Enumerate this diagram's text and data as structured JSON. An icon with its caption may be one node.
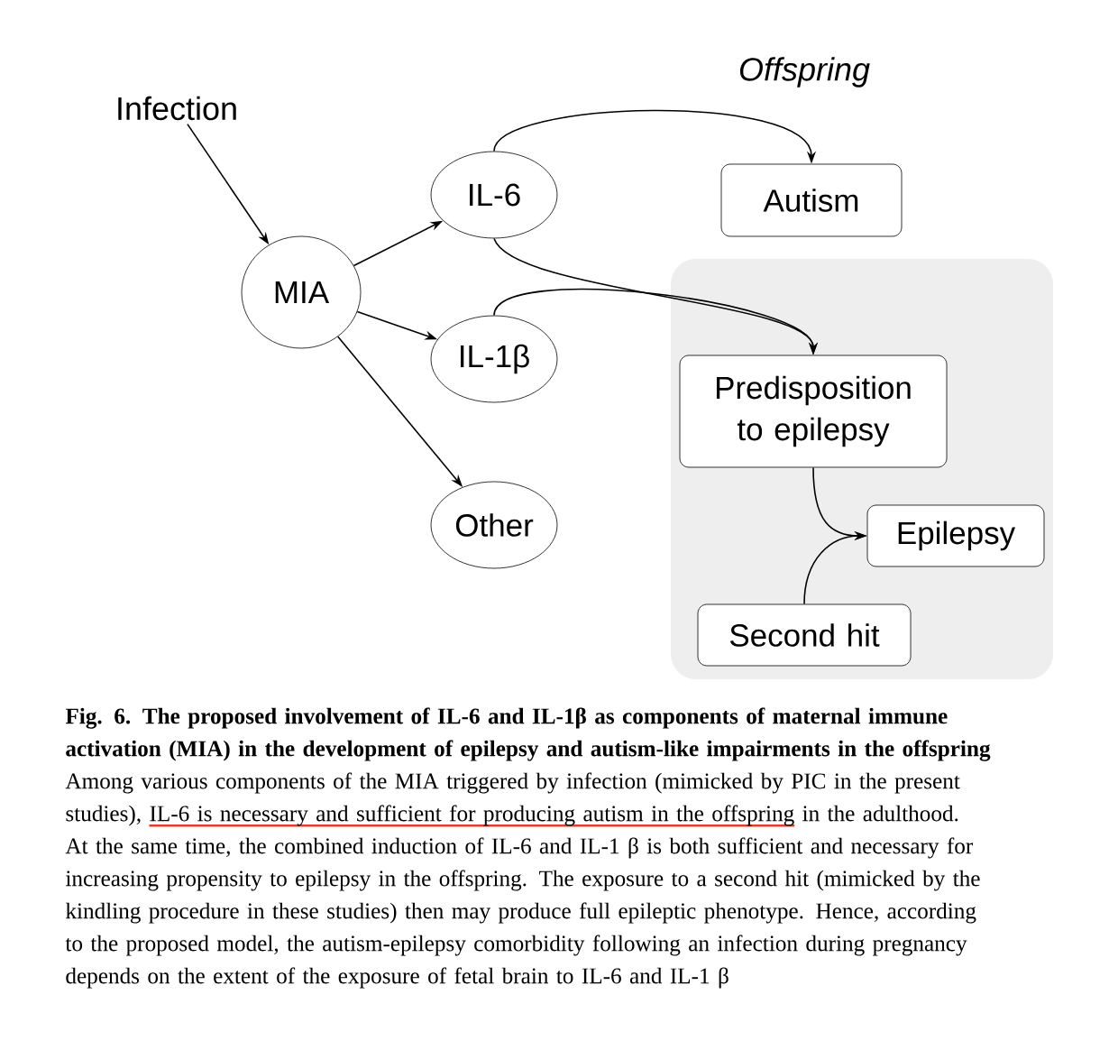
{
  "diagram": {
    "caption": "Fig. 6. The proposed involvement of IL-6 and IL-1β as components of maternal immune activation (MIA) in the development of epilepsy and autism-like impairments in the offspring",
    "nodes": [
      {
        "text": [
          "Infection"
        ]
      },
      {
        "text": [
          "MIA"
        ]
      },
      {
        "text": [
          "IL-6"
        ]
      },
      {
        "text": [
          "IL-1β"
        ]
      },
      {
        "text": [
          "Other"
        ]
      },
      {
        "text": [
          "Autism"
        ]
      },
      {
        "text": [],
        "shape": "box"
      },
      {
        "text": [
          "Predisposition to epilepsy"
        ],
        "in": 6
      },
      {
        "text": [
          "Epilepsy"
        ],
        "in": 6
      },
      {
        "text": [
          "Second hit"
        ],
        "in": 6
      }
    ],
    "edges": [
      {
        "from": 0,
        "to": 1,
        "arrow": "to"
      },
      {
        "from": 1,
        "to": 2,
        "arrow": "to"
      },
      {
        "from": 1,
        "to": 3,
        "arrow": "to"
      },
      {
        "from": 1,
        "to": 4,
        "arrow": "to"
      },
      {
        "from": 2,
        "to": 5,
        "arrow": "to"
      },
      {
        "from": 2,
        "to": 7,
        "arrow": "to"
      },
      {
        "from": 3,
        "to": 7,
        "arrow": "to"
      },
      {
        "from": 7,
        "to": 8,
        "arrow": "to"
      },
      {
        "from": 9,
        "to": 8,
        "arrow": "to"
      }
    ],
    "labels": [
      "Offspring",
      "Among various components of the MIA triggered by infection (mimicked by PIC in the present studies),",
      "IL-6 is necessary and sufficient for producing autism in the offspring",
      "in the adulthood. At the same time, the combined induction of IL-6 and IL-1 β is both sufficient and necessary for increasing propensity to epilepsy in the offspring. The exposure to a second hit (mimicked by the kindling procedure in these studies) then may produce full epileptic phenotype. Hence, according to the proposed model, the autism-epilepsy comorbidity following an infection during pregnancy depends on the extent of the exposure of fetal brain to IL-6 and IL-1 β"
    ]
  }
}
